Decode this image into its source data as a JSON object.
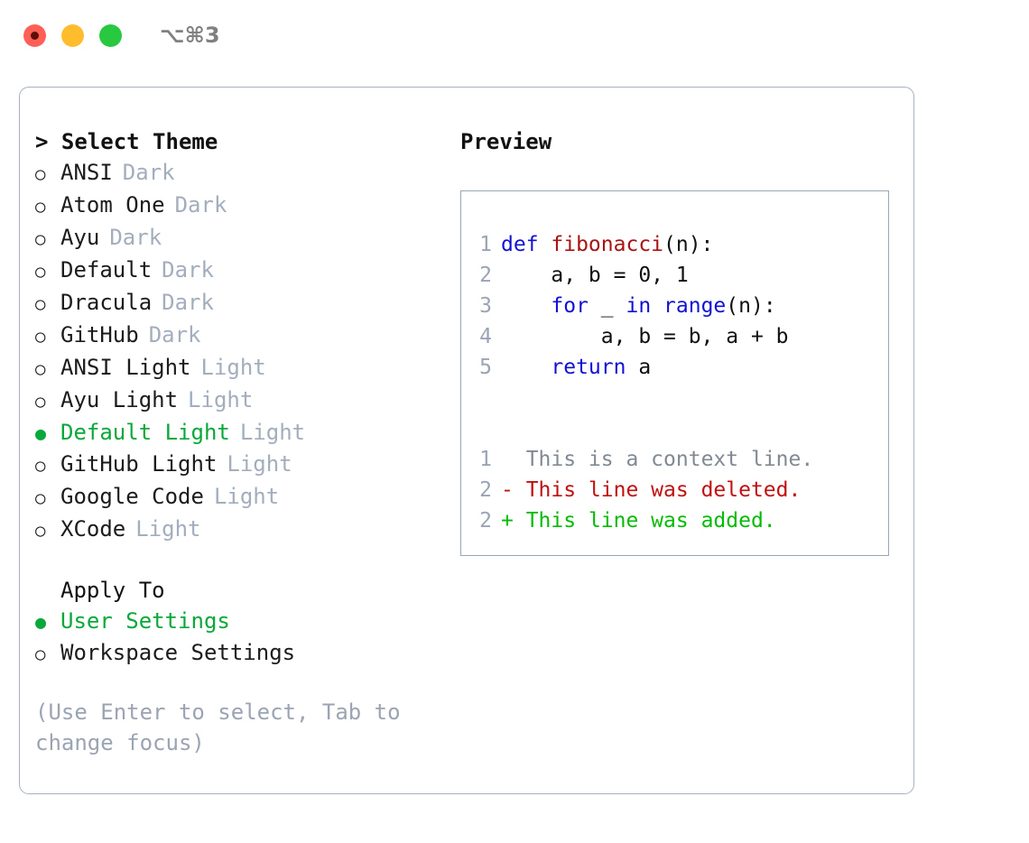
{
  "window": {
    "shortcut": "⌥⌘3",
    "traffic_lights": [
      "close-red",
      "minimize-amber",
      "zoom-green"
    ],
    "colors": {
      "red": "#ff5f57",
      "amber": "#ffbd2e",
      "green": "#28c840",
      "accent_green": "#09a83a",
      "muted": "#a3aebd",
      "border": "#a7b1c0"
    }
  },
  "theme_list": {
    "header": "> Select Theme",
    "items": [
      {
        "marker": "○",
        "label": "ANSI",
        "category": "Dark",
        "selected": false
      },
      {
        "marker": "○",
        "label": "Atom One",
        "category": "Dark",
        "selected": false
      },
      {
        "marker": "○",
        "label": "Ayu",
        "category": "Dark",
        "selected": false
      },
      {
        "marker": "○",
        "label": "Default",
        "category": "Dark",
        "selected": false
      },
      {
        "marker": "○",
        "label": "Dracula",
        "category": "Dark",
        "selected": false
      },
      {
        "marker": "○",
        "label": "GitHub",
        "category": "Dark",
        "selected": false
      },
      {
        "marker": "○",
        "label": "ANSI Light",
        "category": "Light",
        "selected": false
      },
      {
        "marker": "○",
        "label": "Ayu Light",
        "category": "Light",
        "selected": false
      },
      {
        "marker": "●",
        "label": "Default Light",
        "category": "Light",
        "selected": true
      },
      {
        "marker": "○",
        "label": "GitHub Light",
        "category": "Light",
        "selected": false
      },
      {
        "marker": "○",
        "label": "Google Code",
        "category": "Light",
        "selected": false
      },
      {
        "marker": "○",
        "label": "XCode",
        "category": "Light",
        "selected": false
      }
    ]
  },
  "apply_to": {
    "header": "Apply To",
    "items": [
      {
        "marker": "●",
        "label": "User Settings",
        "selected": true
      },
      {
        "marker": "○",
        "label": "Workspace Settings",
        "selected": false
      }
    ]
  },
  "hint": "(Use Enter to select, Tab to change focus)",
  "preview": {
    "title": "Preview",
    "code_lines": [
      {
        "num": "1",
        "tokens": [
          {
            "t": "def ",
            "c": "kw"
          },
          {
            "t": "fibonacci",
            "c": "fn"
          },
          {
            "t": "(n):",
            "c": "pl"
          }
        ]
      },
      {
        "num": "2",
        "tokens": [
          {
            "t": "    a, b = 0, 1",
            "c": "pl"
          }
        ]
      },
      {
        "num": "3",
        "tokens": [
          {
            "t": "    ",
            "c": "pl"
          },
          {
            "t": "for",
            "c": "kw"
          },
          {
            "t": " _ ",
            "c": "pl"
          },
          {
            "t": "in",
            "c": "kw"
          },
          {
            "t": " ",
            "c": "pl"
          },
          {
            "t": "range",
            "c": "kw"
          },
          {
            "t": "(n):",
            "c": "pl"
          }
        ]
      },
      {
        "num": "4",
        "tokens": [
          {
            "t": "        a, b = b, a + b",
            "c": "pl"
          }
        ]
      },
      {
        "num": "5",
        "tokens": [
          {
            "t": "    ",
            "c": "pl"
          },
          {
            "t": "return",
            "c": "kw"
          },
          {
            "t": " a",
            "c": "pl"
          }
        ]
      }
    ],
    "diff_lines": [
      {
        "num": "1",
        "sign": "  ",
        "text": "This is a context line.",
        "kind": "ctx"
      },
      {
        "num": "2",
        "sign": "- ",
        "text": "This line was deleted.",
        "kind": "del"
      },
      {
        "num": "2",
        "sign": "+ ",
        "text": "This line was added.",
        "kind": "add"
      }
    ]
  }
}
